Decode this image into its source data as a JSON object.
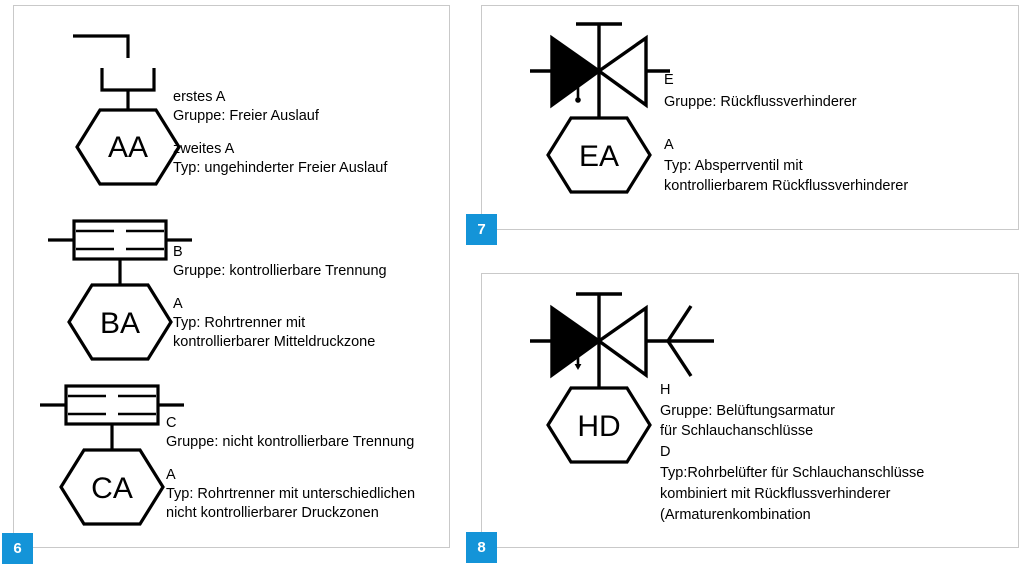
{
  "document": {
    "type": "technical-symbol-reference-sheet",
    "language": "de",
    "accent_color": "#1494d8",
    "line_color": "#000000",
    "panel_border_color": "#c9c9c9",
    "background": "#ffffff"
  },
  "panels": [
    {
      "id": "panel-6",
      "badge": "6",
      "entries": [
        {
          "code": "AA",
          "symbol": "free-outlet",
          "label_group_marker": "erstes A",
          "label_group": "Gruppe: Freier Auslauf",
          "label_type_marker": "zweites A",
          "label_type_line1": "Typ: ungehinderter Freier Auslauf",
          "label_type_line2": ""
        },
        {
          "code": "BA",
          "symbol": "pipe-separator",
          "label_group_marker": "B",
          "label_group": "Gruppe: kontrollierbare Trennung",
          "label_type_marker": "A",
          "label_type_line1": "Typ: Rohrtrenner mit",
          "label_type_line2": "kontrollierbarer Mitteldruckzone"
        },
        {
          "code": "CA",
          "symbol": "pipe-separator",
          "label_group_marker": "C",
          "label_group": "Gruppe: nicht kontrollierbare Trennung",
          "label_type_marker": "A",
          "label_type_line1": "Typ: Rohrtrenner mit unterschiedlichen",
          "label_type_line2": "nicht kontrollierbarer Druckzonen"
        }
      ]
    },
    {
      "id": "panel-7",
      "badge": "7",
      "entries": [
        {
          "code": "EA",
          "symbol": "check-valve",
          "label_group_marker": "E",
          "label_group": "Gruppe: Rückflussverhinderer",
          "label_type_marker": "A",
          "label_type_line1": "Typ: Absperrventil mit",
          "label_type_line2": "kontrollierbarem Rückflussverhinderer"
        }
      ]
    },
    {
      "id": "panel-8",
      "badge": "8",
      "entries": [
        {
          "code": "HD",
          "symbol": "check-valve-with-vent",
          "label_group_marker": "H",
          "label_group_line1": "Gruppe: Belüftungsarmatur",
          "label_group_line2": "für Schlauchanschlüsse",
          "label_type_marker": "D",
          "label_type_line1": "Typ:Rohrbelüfter für Schlauchanschlüsse",
          "label_type_line2": "kombiniert mit Rückflussverhinderer",
          "label_type_line3": "(Armaturenkombination"
        }
      ]
    }
  ]
}
